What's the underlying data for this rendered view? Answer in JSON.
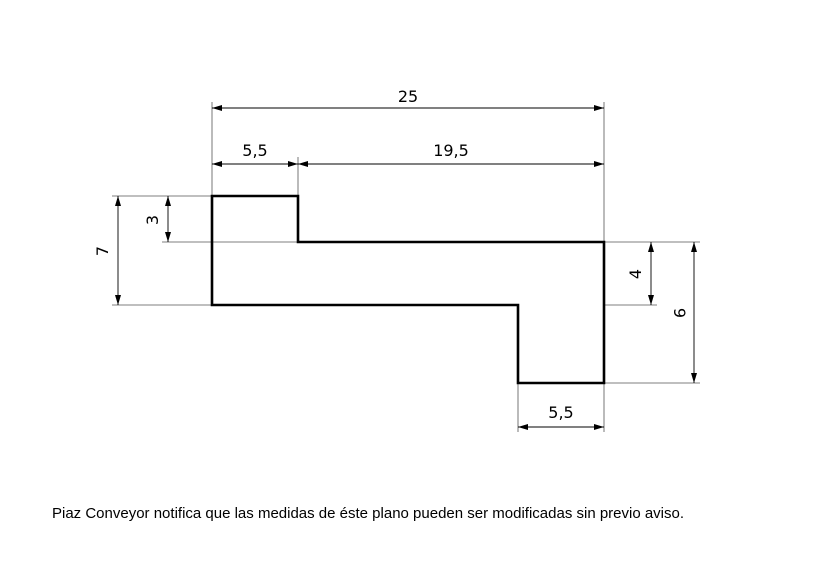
{
  "drawing": {
    "dimensions": {
      "overall_width": "25",
      "top_left_width": "5,5",
      "top_right_width": "19,5",
      "left_height": "7",
      "top_step_height": "3",
      "right_step_height": "4",
      "right_height": "9",
      "bottom_width": "5,5"
    }
  },
  "footer": {
    "note": "Piaz Conveyor notifica que las medidas de éste plano pueden ser modificadas sin previo aviso."
  }
}
